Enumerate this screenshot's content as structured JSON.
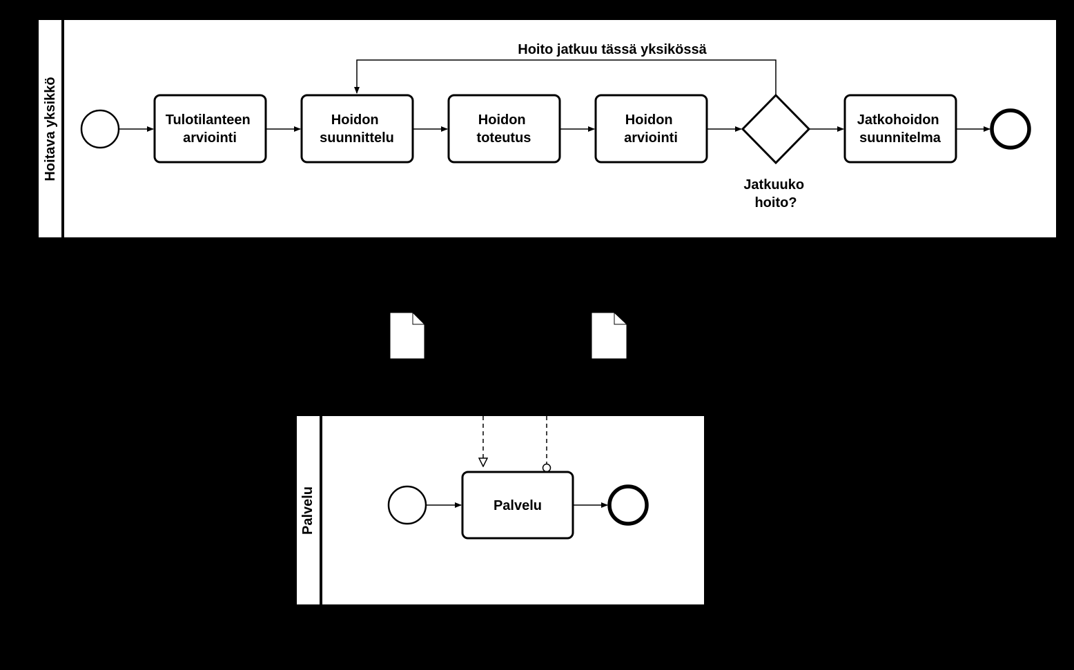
{
  "pools": {
    "top": {
      "label": "Hoitava yksikkö"
    },
    "bottom": {
      "label": "Palvelu"
    }
  },
  "tasks": {
    "t1": [
      "Tulotilanteen",
      "arviointi"
    ],
    "t2": [
      "Hoidon",
      "suunnittelu"
    ],
    "t3": [
      "Hoidon",
      "toteutus"
    ],
    "t4": [
      "Hoidon",
      "arviointi"
    ],
    "t5": [
      "Jatkohoidon",
      "suunnitelma"
    ],
    "service": [
      "Palvelu"
    ]
  },
  "gateway": {
    "label": [
      "Jatkuuko",
      "hoito?"
    ]
  },
  "loop_label": "Hoito jatkuu tässä yksikössä",
  "colors": {
    "background": "#000000",
    "shape_fill": "#ffffff",
    "stroke": "#000000"
  }
}
